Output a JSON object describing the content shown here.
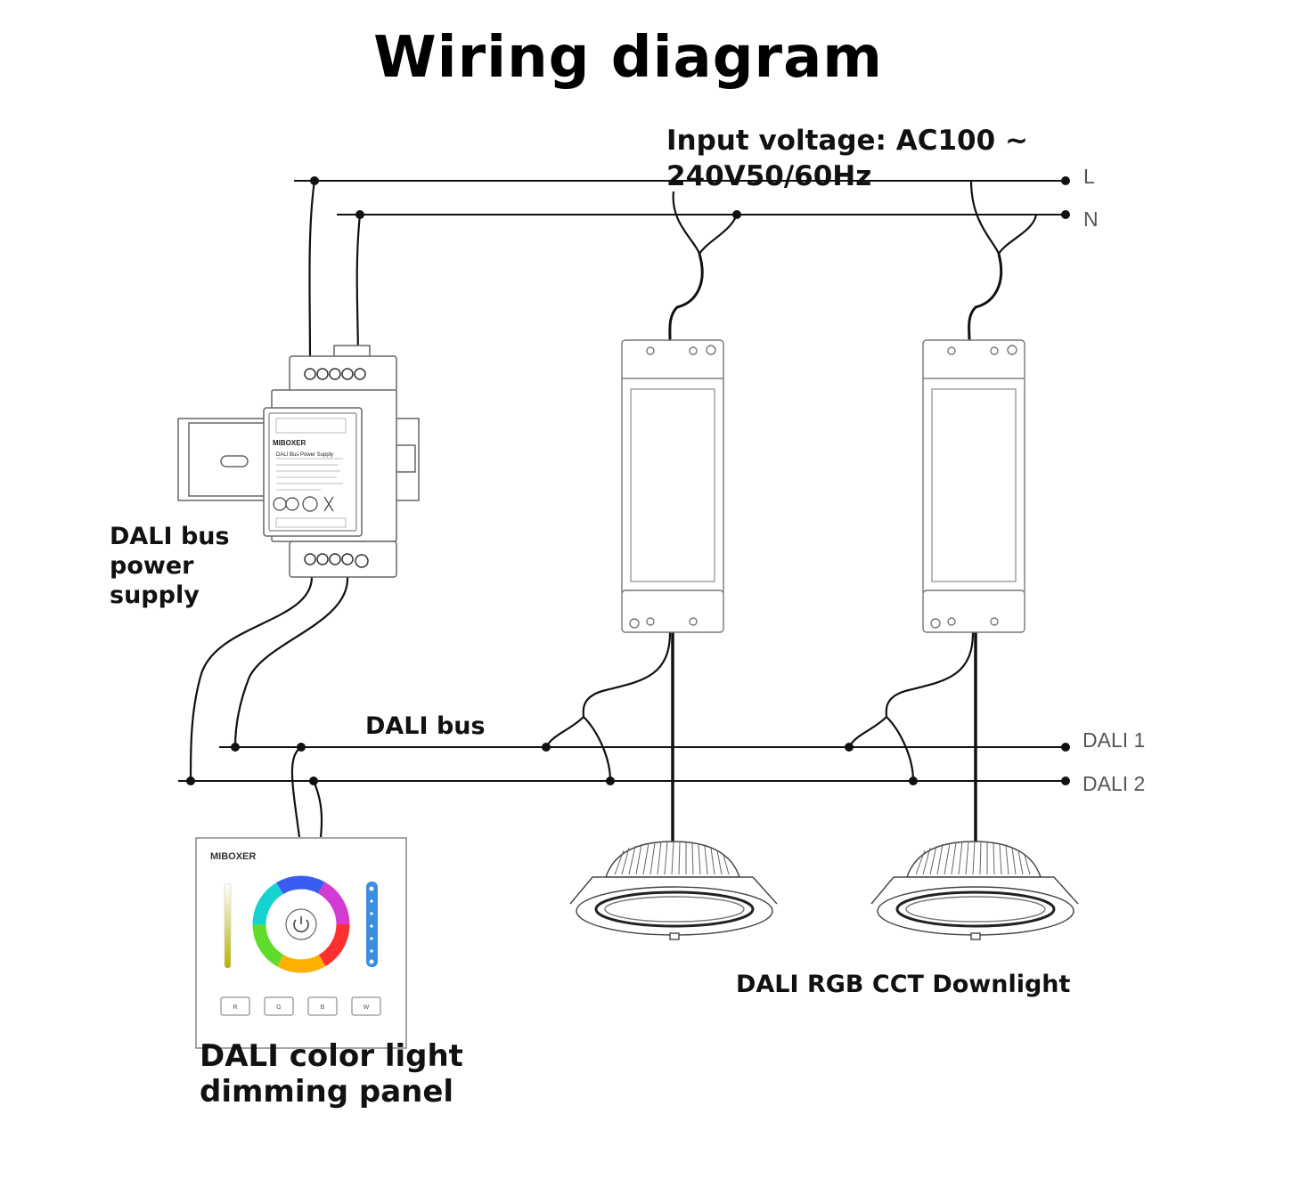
{
  "title": "Wiring diagram",
  "input_voltage": {
    "line1": "Input voltage: AC100 ~",
    "line2": "240V50/60Hz"
  },
  "lines": {
    "live": "L",
    "neutral": "N",
    "dali1": "DALI 1",
    "dali2": "DALI 2"
  },
  "power_supply": {
    "line1": "DALI bus",
    "line2": "power",
    "line3": "supply",
    "brand": "MIBOXER",
    "device_name": "DALI Bus Power Supply"
  },
  "bus_label": "DALI bus",
  "downlight_label": "DALI RGB CCT Downlight",
  "panel": {
    "line1": "DALI color light",
    "line2": "dimming panel",
    "brand": "MIBOXER",
    "buttons": [
      "R",
      "G",
      "B",
      "W"
    ]
  }
}
